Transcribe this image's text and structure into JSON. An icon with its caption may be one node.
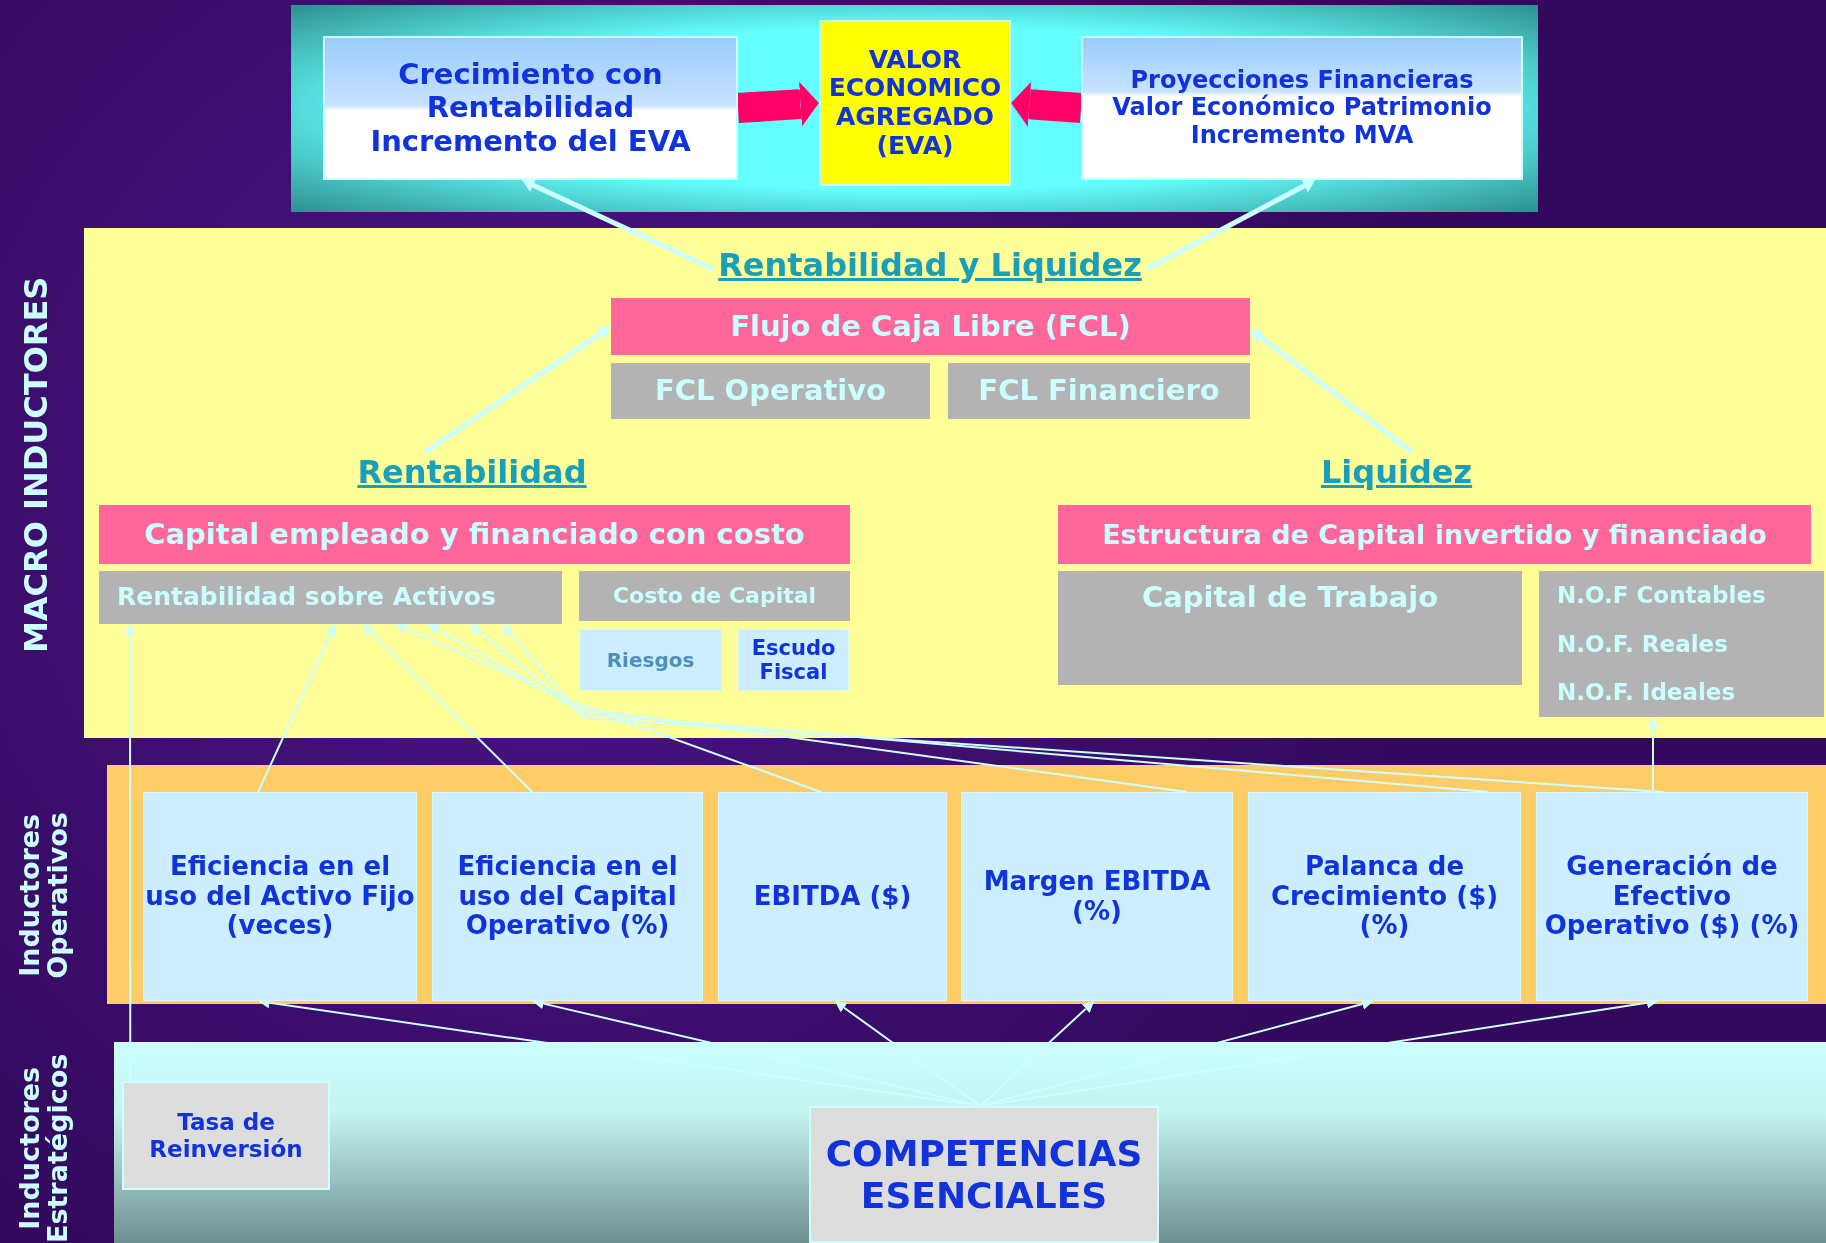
{
  "diagram": {
    "nodes": [
      {
        "text": [
          "Crecimiento con Rentabilidad",
          "Incremento del EVA"
        ]
      },
      {
        "text": [
          "VALOR ECONOMICO AGREGADO (EVA)"
        ]
      },
      {
        "text": [
          "Proyecciones Financieras",
          "Valor Económico Patrimonio",
          "Incremento MVA"
        ]
      },
      {
        "text": [
          "Rentabilidad y Liquidez"
        ]
      },
      {
        "text": [
          "Flujo de Caja Libre (FCL)"
        ]
      },
      {
        "text": [
          "FCL Operativo"
        ]
      },
      {
        "text": [
          "FCL Financiero"
        ]
      },
      {
        "text": [
          "Rentabilidad"
        ]
      },
      {
        "text": [
          "Liquidez"
        ]
      },
      {
        "text": [
          "Capital empleado y financiado con costo"
        ]
      },
      {
        "text": [
          "Rentabilidad sobre Activos"
        ]
      },
      {
        "text": [
          "Costo de Capital"
        ]
      },
      {
        "text": [
          "Riesgos"
        ]
      },
      {
        "text": [
          "Escudo Fiscal"
        ]
      },
      {
        "text": [
          "Estructura de Capital invertido y financiado"
        ]
      },
      {
        "text": [
          "Capital de Trabajo"
        ]
      },
      {
        "text": [
          "N.O.F Contables",
          "N.O.F. Reales",
          "N.O.F. Ideales"
        ]
      },
      {
        "text": [
          "Eficiencia en el uso del Activo Fijo (veces)"
        ]
      },
      {
        "text": [
          "Eficiencia en el uso del Capital Operativo (%)"
        ]
      },
      {
        "text": [
          "EBITDA ($)"
        ]
      },
      {
        "text": [
          "Margen EBITDA (%)"
        ]
      },
      {
        "text": [
          "Palanca de Crecimiento ($) (%)"
        ]
      },
      {
        "text": [
          "Generación de Efectivo Operativo ($) (%)"
        ]
      },
      {
        "text": [
          "Tasa de Reinversión"
        ]
      },
      {
        "text": [
          "COMPETENCIAS ESENCIALES"
        ]
      }
    ],
    "edges": [
      {
        "from": 0,
        "to": 1,
        "arrow": "to",
        "style": "thick",
        "color": "#ff0066"
      },
      {
        "from": 2,
        "to": 1,
        "arrow": "to",
        "style": "thick",
        "color": "#ff0066"
      },
      {
        "from": 3,
        "to": 0,
        "arrow": "to",
        "style": "thick"
      },
      {
        "from": 3,
        "to": 2,
        "arrow": "to",
        "style": "thick"
      },
      {
        "from": 7,
        "to": 4,
        "arrow": "to",
        "style": "thick"
      },
      {
        "from": 8,
        "to": 4,
        "arrow": "to",
        "style": "thick"
      },
      {
        "from": 23,
        "to": 10,
        "arrow": "to"
      },
      {
        "from": 17,
        "to": 10,
        "arrow": "to"
      },
      {
        "from": 18,
        "to": 10,
        "arrow": "to"
      },
      {
        "from": 19,
        "to": 10,
        "arrow": "to"
      },
      {
        "from": 20,
        "to": 10,
        "arrow": "to"
      },
      {
        "from": 21,
        "to": 10,
        "arrow": "to"
      },
      {
        "from": 22,
        "to": 10,
        "arrow": "to"
      },
      {
        "from": 22,
        "to": 16,
        "arrow": "to"
      },
      {
        "from": 24,
        "to": 17,
        "arrow": "to"
      },
      {
        "from": 24,
        "to": 18,
        "arrow": "to"
      },
      {
        "from": 24,
        "to": 19,
        "arrow": "to"
      },
      {
        "from": 24,
        "to": 20,
        "arrow": "to"
      },
      {
        "from": 24,
        "to": 21,
        "arrow": "to"
      },
      {
        "from": 24,
        "to": 22,
        "arrow": "to"
      }
    ],
    "labels": [
      "MACRO INDUCTORES",
      "Inductores Operativos",
      "Inductores Estratégicos"
    ]
  }
}
